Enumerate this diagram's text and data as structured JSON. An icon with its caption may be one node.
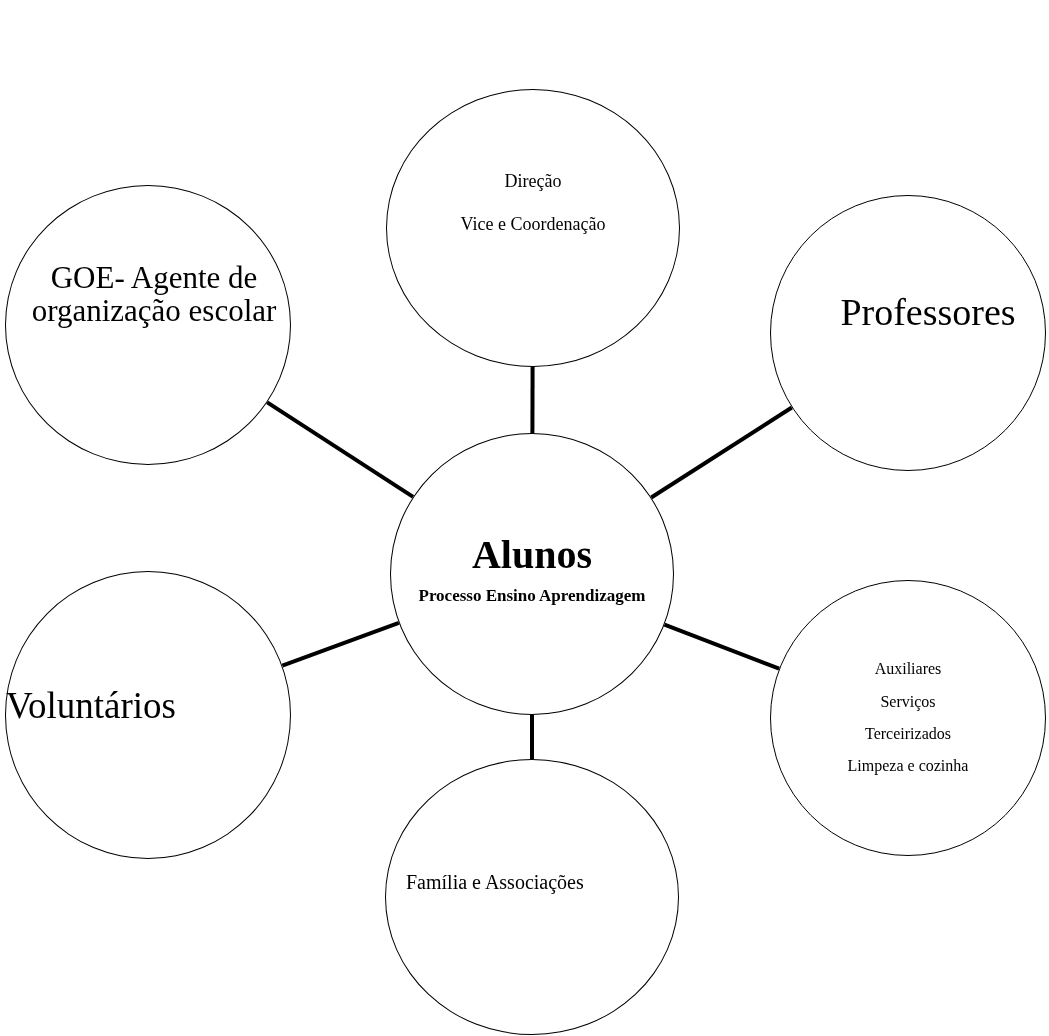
{
  "diagram": {
    "nodes": [
      {
        "text": [
          "Direção",
          "Vice e Coordenação"
        ]
      },
      {
        "text": [
          "GOE- Agente de organização escolar"
        ]
      },
      {
        "text": [
          "Professores"
        ]
      },
      {
        "text": [
          "Alunos",
          "Processo Ensino Aprendizagem"
        ]
      },
      {
        "text": [
          "Voluntários"
        ]
      },
      {
        "text": [
          "Auxiliares",
          "Serviços",
          "Terceirizados",
          "Limpeza e cozinha"
        ]
      },
      {
        "text": [
          "Família e Associações"
        ]
      }
    ],
    "edges": [
      {
        "from": 3,
        "to": 0,
        "arrow": "none"
      },
      {
        "from": 3,
        "to": 1,
        "arrow": "none"
      },
      {
        "from": 3,
        "to": 2,
        "arrow": "none"
      },
      {
        "from": 3,
        "to": 4,
        "arrow": "none"
      },
      {
        "from": 3,
        "to": 5,
        "arrow": "none"
      },
      {
        "from": 3,
        "to": 6,
        "arrow": "none"
      }
    ]
  }
}
